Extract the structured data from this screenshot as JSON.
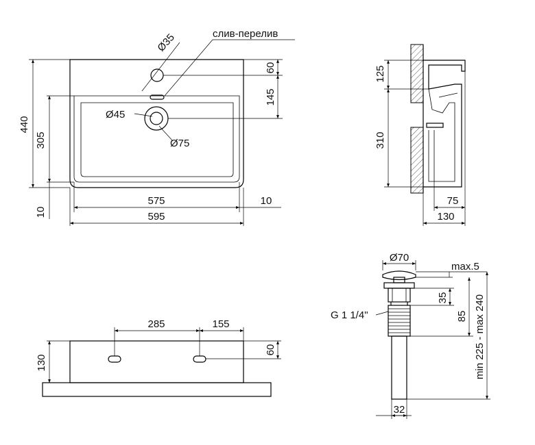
{
  "top_view": {
    "overflow_label": "слив-перелив",
    "tap_hole_diameter": "Ø35",
    "drain_inner_diameter": "Ø45",
    "drain_outer_diameter": "Ø75",
    "dim_depth_total": "440",
    "dim_bowl_depth": "305",
    "dim_front_edge": "10",
    "dim_tap_offset": "60",
    "dim_drain_offset": "145",
    "dim_bowl_width": "575",
    "dim_side_edge": "10",
    "dim_total_width": "595"
  },
  "side_view": {
    "dim_rim_height": "125",
    "dim_bowl_height": "310",
    "dim_drain_depth": "75",
    "dim_total_depth": "130"
  },
  "front_view": {
    "dim_hole_spacing": "285",
    "dim_hole_side": "155",
    "dim_height": "130",
    "dim_hole_height": "60"
  },
  "drain_fitting": {
    "cap_diameter": "Ø70",
    "cap_max_gap": "max.5",
    "thread_label": "G 1 1/4\"",
    "dim_flange": "35",
    "dim_body": "85",
    "dim_range": "min 225 - max 240",
    "dim_pipe_width": "32"
  }
}
